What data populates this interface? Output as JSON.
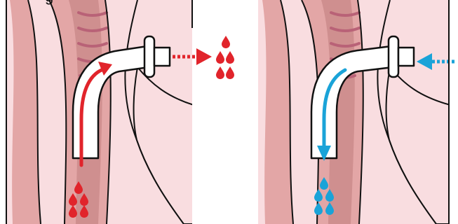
{
  "top_label": "g",
  "colors": {
    "skin": "#f9dde0",
    "tissue_dark": "#e3a6a6",
    "airway": "#cf8f8f",
    "ring": "#b96277",
    "outline": "#111111",
    "suction_red": "#e1242b",
    "irrigation_blue": "#1aa3d8",
    "tube_fill": "#ffffff"
  },
  "panels": [
    {
      "name": "suction-panel",
      "flow": "out",
      "color_key": "suction_red",
      "arrow_icon": "upward-curved-arrow-icon",
      "drops_icon": "red-droplets-icon"
    },
    {
      "name": "irrigation-panel",
      "flow": "in",
      "color_key": "irrigation_blue",
      "arrow_icon": "downward-curved-arrow-icon",
      "drops_icon": "blue-droplets-icon"
    }
  ]
}
